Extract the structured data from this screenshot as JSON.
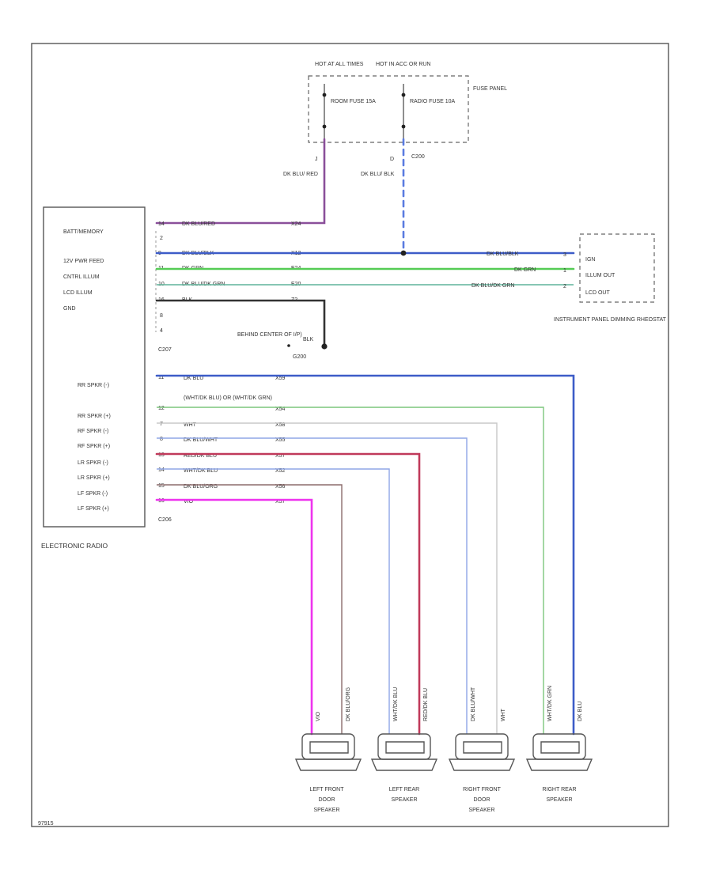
{
  "fuse_panel": {
    "title": "FUSE PANEL",
    "left_header": "HOT AT ALL TIMES",
    "right_header": "HOT IN ACC OR RUN",
    "room_fuse": "ROOM FUSE 15A",
    "radio_fuse": "RADIO FUSE 10A",
    "pin_left": "J",
    "pin_right": "D",
    "connector": "C200",
    "wire_left": "DK BLU/ RED",
    "wire_right": "DK BLU/ BLK"
  },
  "radio": {
    "title": "ELECTRONIC RADIO",
    "pins_top": [
      {
        "label": "BATT/MEMORY",
        "pin": "14",
        "wire": "DK BLU/RED",
        "circuit": "X24"
      },
      {
        "label": "",
        "pin": "2",
        "wire": "",
        "circuit": ""
      },
      {
        "label": "12V PWR FEED",
        "pin": "9",
        "wire": "DK BLU/BLK",
        "circuit": "X12"
      },
      {
        "label": "CNTRL ILLUM",
        "pin": "11",
        "wire": "DK GRN",
        "circuit": "E24"
      },
      {
        "label": "LCD ILLUM",
        "pin": "10",
        "wire": "DK BLU/DK GRN",
        "circuit": "E20"
      },
      {
        "label": "GND",
        "pin": "16",
        "wire": "BLK",
        "circuit": "Z2"
      },
      {
        "label": "",
        "pin": "8",
        "wire": "",
        "": ""
      },
      {
        "label": "",
        "pin": "4",
        "wire": "",
        "circuit": ""
      }
    ],
    "connector_top": "C207",
    "ground_label": "BEHIND CENTER OF I/P)",
    "ground_wire": "BLK",
    "ground_splice": "G200",
    "speaker_pins": [
      {
        "label": "RR SPKR (-)",
        "pin": "11",
        "wire": "DK BLU",
        "circuit": "X59"
      },
      {
        "label": "",
        "pin": "",
        "wire": "(WHT/DK BLU) OR (WHT/DK GRN)",
        "circuit": ""
      },
      {
        "label": "RR SPKR (+)",
        "pin": "12",
        "wire": "",
        "circuit": "X54"
      },
      {
        "label": "RF SPKR (-)",
        "pin": "7",
        "wire": "WHT",
        "circuit": "X58"
      },
      {
        "label": "RF SPKR (+)",
        "pin": "8",
        "wire": "DK BLU/WHT",
        "circuit": "X55"
      },
      {
        "label": "LR SPKR (-)",
        "pin": "13",
        "wire": "RED/DK BLU",
        "circuit": "X57"
      },
      {
        "label": "LR SPKR (+)",
        "pin": "14",
        "wire": "WHT/DK BLU",
        "circuit": "X52"
      },
      {
        "label": "LF SPKR (-)",
        "pin": "15",
        "wire": "DK BLU/ORG",
        "circuit": "X56"
      },
      {
        "label": "LF SPKR (+)",
        "pin": "16",
        "wire": "VIO",
        "circuit": "X57"
      }
    ],
    "connector_bottom": "C206"
  },
  "dimming": {
    "title": "INSTRUMENT PANEL DIMMING RHEOSTAT",
    "pins": [
      "IGN",
      "ILLUM OUT",
      "LCD OUT"
    ],
    "wires": [
      "DK BLU/BLK",
      "DK GRN",
      "DK BLU/DK GRN"
    ],
    "pin_nums": [
      "3",
      "1",
      "2"
    ]
  },
  "speakers": [
    {
      "name": "LEFT FRONT DOOR SPEAKER",
      "wires": [
        "VIO",
        "DK BLU/ORG"
      ]
    },
    {
      "name": "LEFT REAR SPEAKER",
      "wires": [
        "WHT/DK BLU",
        "RED/DK BLU"
      ]
    },
    {
      "name": "RIGHT FRONT DOOR SPEAKER",
      "wires": [
        "DK BLU/WHT",
        "WHT"
      ]
    },
    {
      "name": "RIGHT REAR SPEAKER",
      "wires": [
        "WHT/DK GRN",
        "DK BLU"
      ]
    }
  ],
  "figure_id": "97915",
  "colors": {
    "purple": "#8a4f9a",
    "blue_dash": "#5a7be0",
    "dk_blue": "#3d5cc8",
    "green": "#55cc55",
    "teal": "#5fb39a",
    "black": "#333333",
    "red": "#c0395a",
    "light_blue": "#8fa6e6",
    "brown": "#8c6c6c",
    "magenta": "#ee33ee",
    "lt_green": "#7cc67c",
    "gray": "#c8c8c8"
  }
}
